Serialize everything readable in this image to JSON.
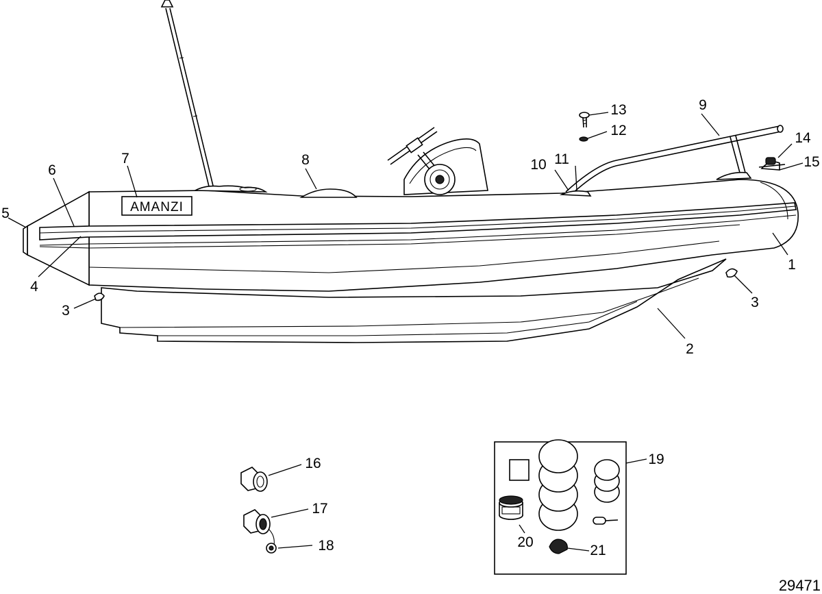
{
  "brand_label": "AMANZI",
  "figure_number": "29471",
  "callouts": {
    "c1": "1",
    "c2": "2",
    "c3a": "3",
    "c3b": "3",
    "c4": "4",
    "c5": "5",
    "c6": "6",
    "c7": "7",
    "c8": "8",
    "c9": "9",
    "c10": "10",
    "c11": "11",
    "c12": "12",
    "c13": "13",
    "c14": "14",
    "c15": "15",
    "c16": "16",
    "c17": "17",
    "c18": "18",
    "c19": "19",
    "c20": "20",
    "c21": "21"
  }
}
